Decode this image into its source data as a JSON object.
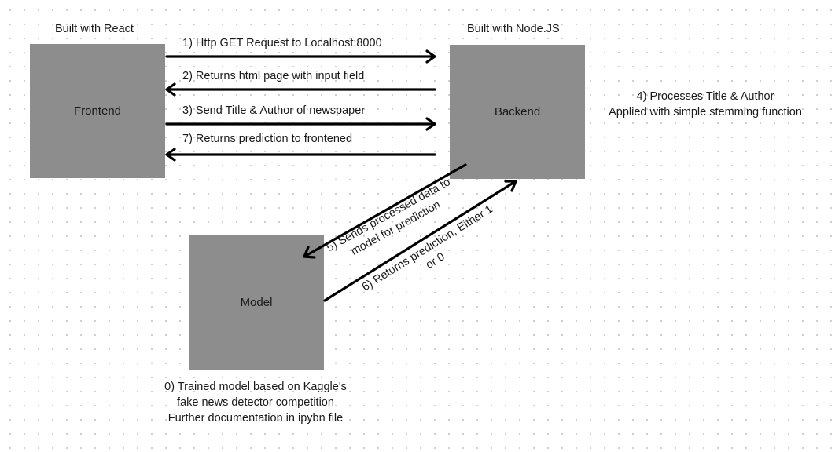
{
  "nodes": {
    "frontend": {
      "label": "Frontend",
      "caption": "Built with React"
    },
    "backend": {
      "label": "Backend",
      "caption": "Built with Node.JS"
    },
    "model": {
      "label": "Model"
    }
  },
  "edges": {
    "step1": "1) Http GET Request to Localhost:8000",
    "step2": "2) Returns html page with input field",
    "step3": "3) Send Title & Author of newspaper",
    "step7": "7) Returns prediction to frontened",
    "step5": {
      "line1": "5) Sends processed data to",
      "line2": "model for prediction"
    },
    "step6": {
      "line1": "6) Returns prediction, Either 1",
      "line2": "or 0"
    }
  },
  "notes": {
    "backend_note": {
      "line1": "4) Processes Title & Author",
      "line2": "Applied with simple stemming  function"
    },
    "model_note": {
      "line1": "0) Trained model based on Kaggle's",
      "line2": "fake news detector competition",
      "line3": "Further documentation in ipybn file"
    }
  },
  "colors": {
    "box": "#8d8d8d",
    "arrow": "#000000",
    "background": "#ffffff"
  }
}
